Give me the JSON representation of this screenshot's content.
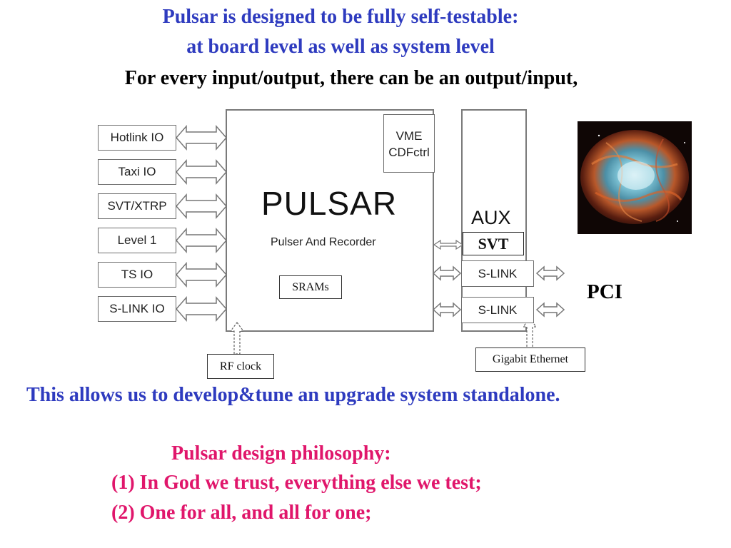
{
  "heading": {
    "line1": "Pulsar is designed to be fully self-testable:",
    "line2": "at board level as well as system level",
    "line3": "For every input/output, there can be an output/input,"
  },
  "diagram": {
    "io_boxes": [
      "Hotlink IO",
      "Taxi IO",
      "SVT/XTRP",
      "Level 1",
      "TS IO",
      "S-LINK IO"
    ],
    "vme_line1": "VME",
    "vme_line2": "CDFctrl",
    "pulsar_title": "PULSAR",
    "pulsar_subtitle": "Pulser And Recorder",
    "srams": "SRAMs",
    "aux_label": "AUX",
    "svt_label": "SVT",
    "slink1": "S-LINK",
    "slink2": "S-LINK",
    "rf_clock": "RF clock",
    "gigabit": "Gigabit Ethernet",
    "pci": "PCI"
  },
  "body": {
    "standalone": "This allows us to develop&tune an upgrade system standalone.",
    "philosophy_title": "Pulsar design philosophy:",
    "philosophy_1": "(1) In God we trust,  everything else we test;",
    "philosophy_2": "(2) One for all, and all for one;"
  },
  "colors": {
    "blue": "#2e3bbf",
    "pink": "#e0166b"
  },
  "image": "crab-nebula-photo"
}
